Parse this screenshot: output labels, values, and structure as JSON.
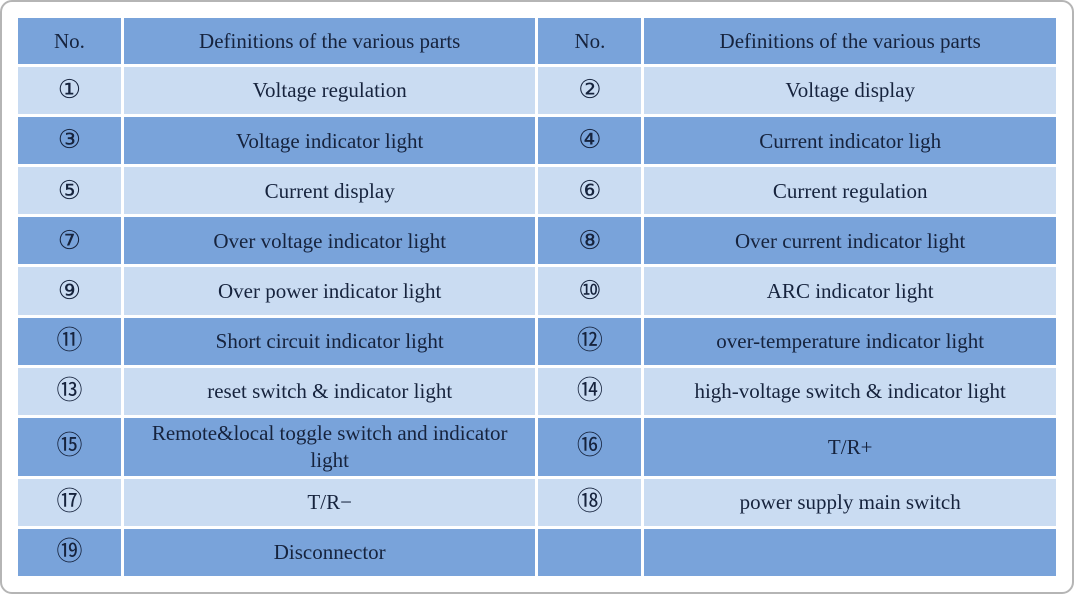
{
  "table": {
    "header": {
      "no": "No.",
      "def": "Definitions of the various parts"
    },
    "rows": [
      {
        "l_no": "①",
        "l_def": "Voltage regulation",
        "r_no": "②",
        "r_def": "Voltage display"
      },
      {
        "l_no": "③",
        "l_def": "Voltage indicator light",
        "r_no": "④",
        "r_def": "Current indicator ligh"
      },
      {
        "l_no": "⑤",
        "l_def": "Current display",
        "r_no": "⑥",
        "r_def": "Current regulation"
      },
      {
        "l_no": "⑦",
        "l_def": "Over voltage indicator light",
        "r_no": "⑧",
        "r_def": "Over current indicator light"
      },
      {
        "l_no": "⑨",
        "l_def": "Over power indicator light",
        "r_no": "⑩",
        "r_def": "ARC  indicator light"
      },
      {
        "l_no": "⑪",
        "l_def": "Short circuit indicator light",
        "r_no": "⑫",
        "r_def": "over-temperature indicator light"
      },
      {
        "l_no": "⑬",
        "l_def": "reset switch & indicator light",
        "r_no": "⑭",
        "r_def": "high-voltage switch & indicator light"
      },
      {
        "l_no": "⑮",
        "l_def": "Remote&local toggle switch and indicator light",
        "r_no": "⑯",
        "r_def": "T/R+"
      },
      {
        "l_no": "⑰",
        "l_def": "T/R−",
        "r_no": "⑱",
        "r_def": "power supply main switch"
      },
      {
        "l_no": "⑲",
        "l_def": "Disconnector",
        "r_no": "",
        "r_def": ""
      }
    ]
  }
}
